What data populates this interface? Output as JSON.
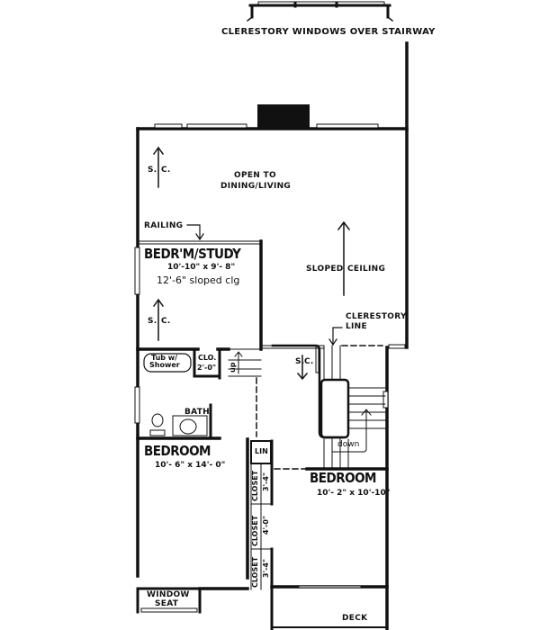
{
  "plan": {
    "title_annotation": "CLERESTORY WINDOWS OVER STAIRWAY",
    "open_area": {
      "line1": "OPEN TO",
      "line2": "DINING/LIVING"
    },
    "sloped_ceiling": {
      "left": "SLOPED",
      "right": "CEILING"
    },
    "clerestory_line": {
      "line1": "CLERESTORY",
      "line2": "LINE"
    },
    "railing": "RAILING",
    "sc_marker": {
      "left": "S.",
      "right": "C."
    },
    "rooms": {
      "study": {
        "name": "BEDR'M/STUDY",
        "size": "10'-10\" x 9'- 8\"",
        "note": "12'-6\" sloped clg"
      },
      "bedroom_left": {
        "name": "BEDROOM",
        "size": "10'- 6\" x 14'- 0\""
      },
      "bedroom_right": {
        "name": "BEDROOM",
        "size": "10'- 2\" x 10'-10\""
      },
      "bath": {
        "name": "BATH"
      },
      "tub": {
        "line1": "Tub w/",
        "line2": "Shower"
      },
      "clo": {
        "name": "CLO.",
        "size": "2'-0\""
      },
      "lin": {
        "name": "LIN"
      },
      "closets": [
        {
          "name": "CLOSET",
          "size": "3'-4\""
        },
        {
          "name": "CLOSET",
          "size": "4'-0\""
        },
        {
          "name": "CLOSET",
          "size": "3'-4\""
        }
      ],
      "window_seat": {
        "line1": "WINDOW",
        "line2": "SEAT"
      },
      "deck": {
        "name": "DECK"
      }
    },
    "stairs": {
      "up": "up",
      "down": "down"
    },
    "colors": {
      "ink": "#111111",
      "background": "#ffffff",
      "glazing": "#bbbbbb"
    }
  }
}
